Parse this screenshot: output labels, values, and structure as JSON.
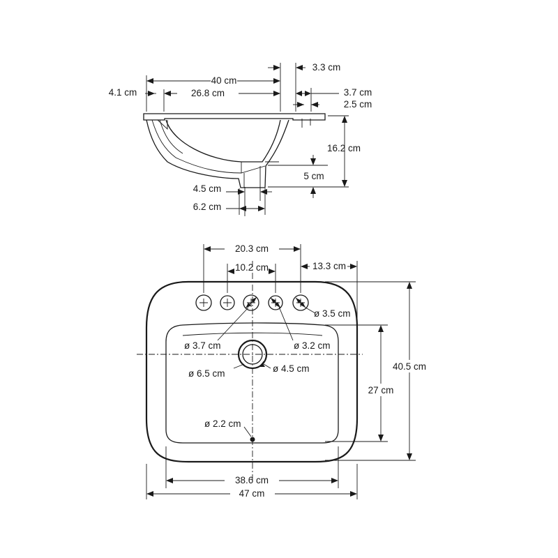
{
  "side_view": {
    "width_overall": "40 cm",
    "bowl_width": "26.8 cm",
    "rim_left": "4.1 cm",
    "rim_right_top": "3.3 cm",
    "rim_right_mid": "3.7 cm",
    "rim_thickness": "2.5 cm",
    "depth": "16.2 cm",
    "drain_height": "5 cm",
    "drain_inner": "4.5 cm",
    "drain_outer": "6.2 cm"
  },
  "top_view": {
    "tap_span": "20.3 cm",
    "tap_spacing": "10.2 cm",
    "tap_offset": "13.3 cm",
    "tap_hole_right": "ø 3.5 cm",
    "tap_hole_left": "ø 3.7 cm",
    "tap_hole_mid": "ø 3.2 cm",
    "drain_outer": "ø 6.5 cm",
    "drain_inner": "ø 4.5 cm",
    "overflow": "ø 2.2 cm",
    "bowl_depth": "27 cm",
    "overall_depth": "40.5 cm",
    "bowl_width": "38.6 cm",
    "overall_width": "47 cm"
  }
}
